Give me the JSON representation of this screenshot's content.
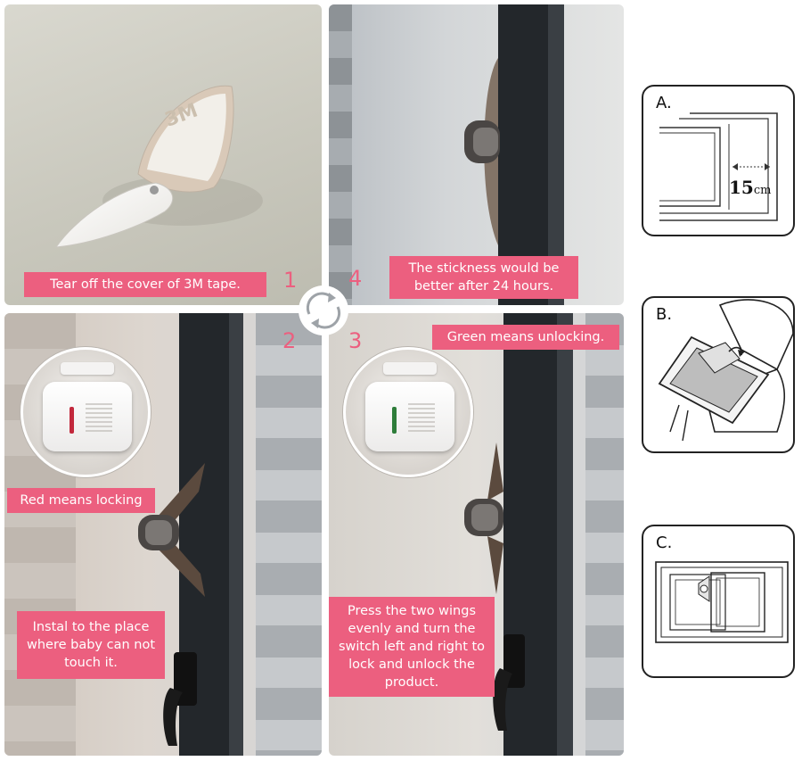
{
  "steps": {
    "step1": {
      "number": "1",
      "caption": "Tear off the cover of 3M tape."
    },
    "step2": {
      "number": "2",
      "caption_top": "Red means locking",
      "caption_bottom": "Instal to the place where baby can not touch it."
    },
    "step3": {
      "number": "3",
      "caption_top": "Green means unlocking.",
      "caption_bottom": "Press the two wings evenly and turn the switch left and right to lock and unlock the product."
    },
    "step4": {
      "number": "4",
      "caption": "The stickness would be better after 24 hours."
    }
  },
  "diagrams": {
    "a": {
      "letter": "A.",
      "measurement": "15",
      "unit": "cm"
    },
    "b": {
      "letter": "B."
    },
    "c": {
      "letter": "C."
    }
  },
  "tape_marking": "3M",
  "colors": {
    "accent": "#ec5f7f",
    "lock_indicator": "#c2283c",
    "unlock_indicator": "#2e7d3a",
    "frame": "#23272b"
  },
  "icons": [
    "cycle-arrows-icon",
    "zoom-lock-icon",
    "zoom-unlock-icon"
  ]
}
